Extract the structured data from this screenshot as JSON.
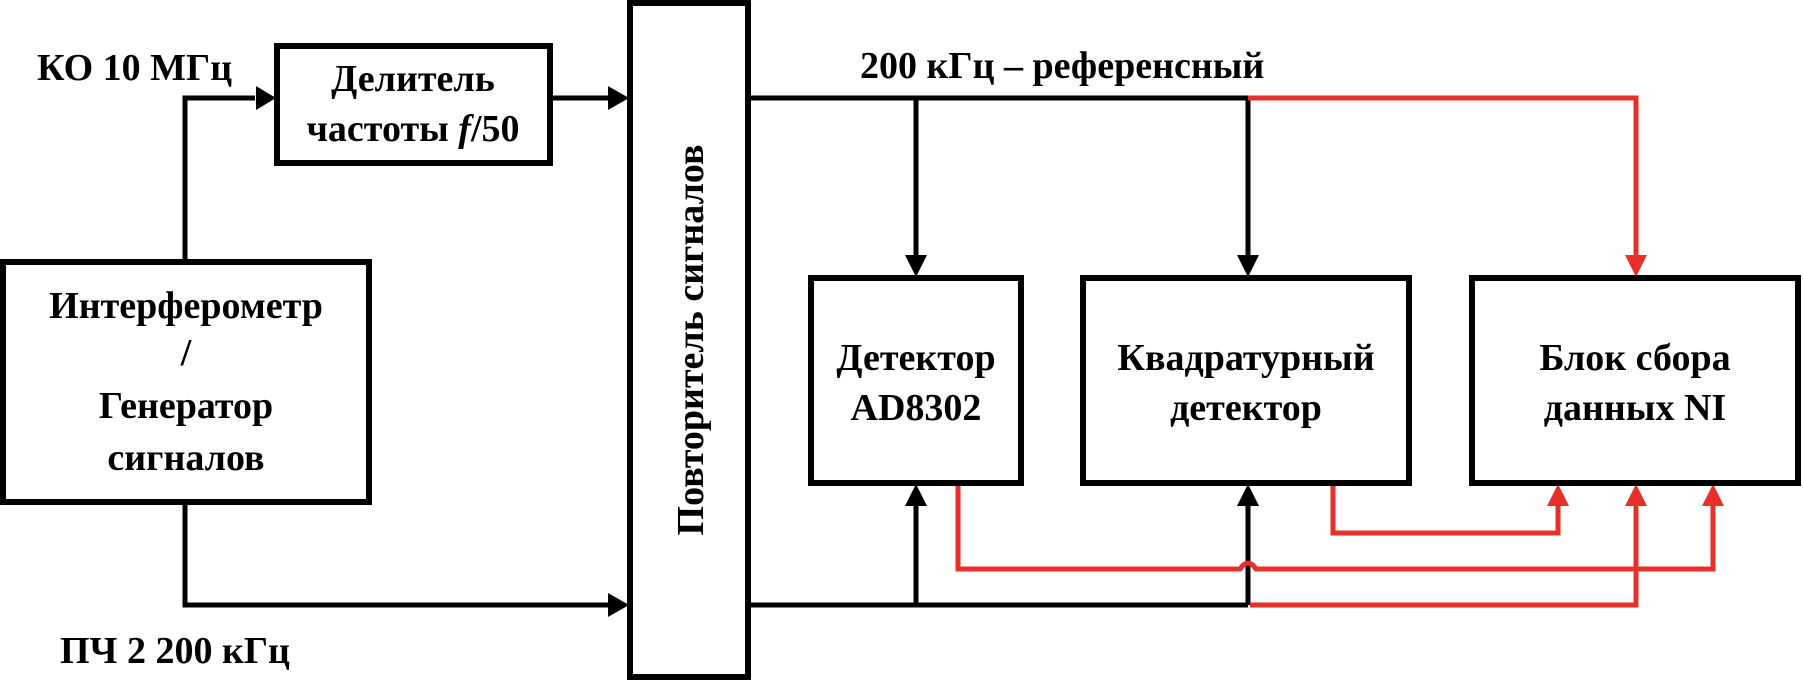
{
  "diagram": {
    "labels": {
      "ko_input": "КО 10 МГц",
      "if_input": "ПЧ 2 200 кГц",
      "reference": "200 кГц – референсный"
    },
    "blocks": {
      "interferometer": {
        "line1": "Интерферометр",
        "line2": "/",
        "line3": "Генератор",
        "line4": "сигналов"
      },
      "divider": {
        "line1": "Делитель",
        "line2_prefix": "частоты ",
        "line2_italic": "f",
        "line2_suffix": "/50"
      },
      "repeater": {
        "label": "Повторитель сигналов"
      },
      "ad8302": {
        "line1": "Детектор",
        "line2": "AD8302"
      },
      "quadrature": {
        "line1": "Квадратурный",
        "line2": "детектор"
      },
      "daq": {
        "line1": "Блок сбора",
        "line2": "данных NI"
      }
    },
    "colors": {
      "signal": "#000000",
      "data": "#e8302a"
    }
  }
}
